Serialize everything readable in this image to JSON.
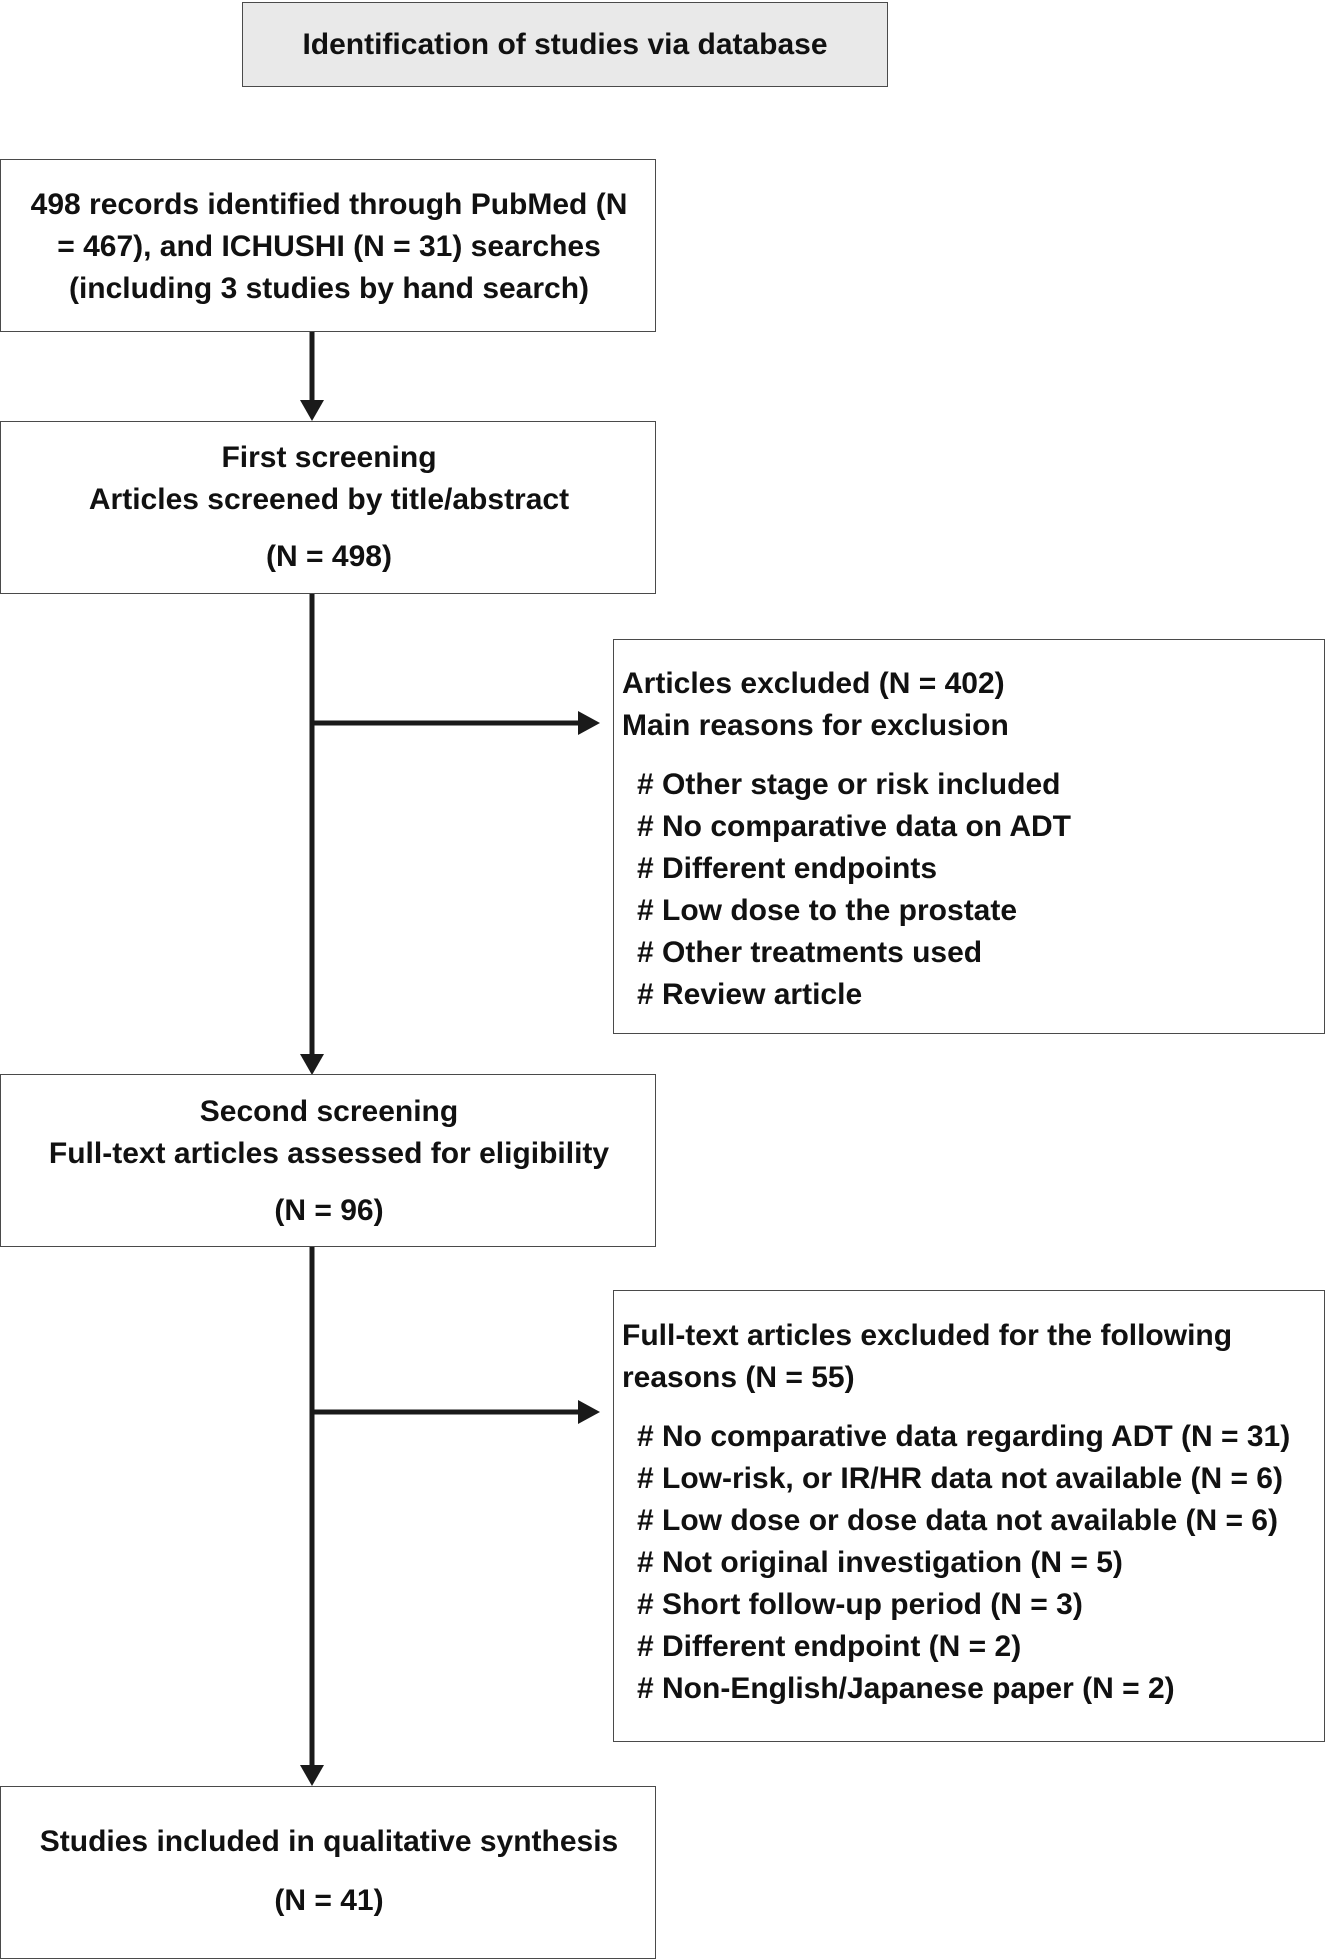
{
  "header": {
    "title": "Identification of studies via database"
  },
  "records": {
    "line1": "498 records identified through PubMed (N",
    "line2": "= 467), and ICHUSHI (N = 31) searches",
    "line3": "(including 3 studies by hand search)"
  },
  "first_screening": {
    "title": "First screening",
    "subtitle": "Articles screened by title/abstract",
    "count": "(N = 498)"
  },
  "excluded_first": {
    "title": "Articles excluded (N = 402)",
    "subtitle": "Main reasons for exclusion",
    "reasons": [
      "# Other stage or risk included",
      "# No comparative data on ADT",
      "# Different endpoints",
      "# Low dose to the prostate",
      "# Other treatments used",
      "# Review article"
    ]
  },
  "second_screening": {
    "title": "Second screening",
    "subtitle": "Full-text articles assessed for eligibility",
    "count": "(N = 96)"
  },
  "excluded_second": {
    "title_line1": "Full-text articles excluded for the following",
    "title_line2": "reasons (N = 55)",
    "reasons": [
      "# No comparative data regarding ADT (N = 31)",
      "# Low-risk, or IR/HR data not available (N = 6)",
      "# Low dose or dose data not available (N = 6)",
      "# Not original investigation (N = 5)",
      "# Short follow-up period (N = 3)",
      "# Different endpoint (N = 2)",
      "# Non-English/Japanese paper (N = 2)"
    ]
  },
  "included": {
    "title": "Studies included in qualitative synthesis",
    "count": "(N = 41)"
  }
}
